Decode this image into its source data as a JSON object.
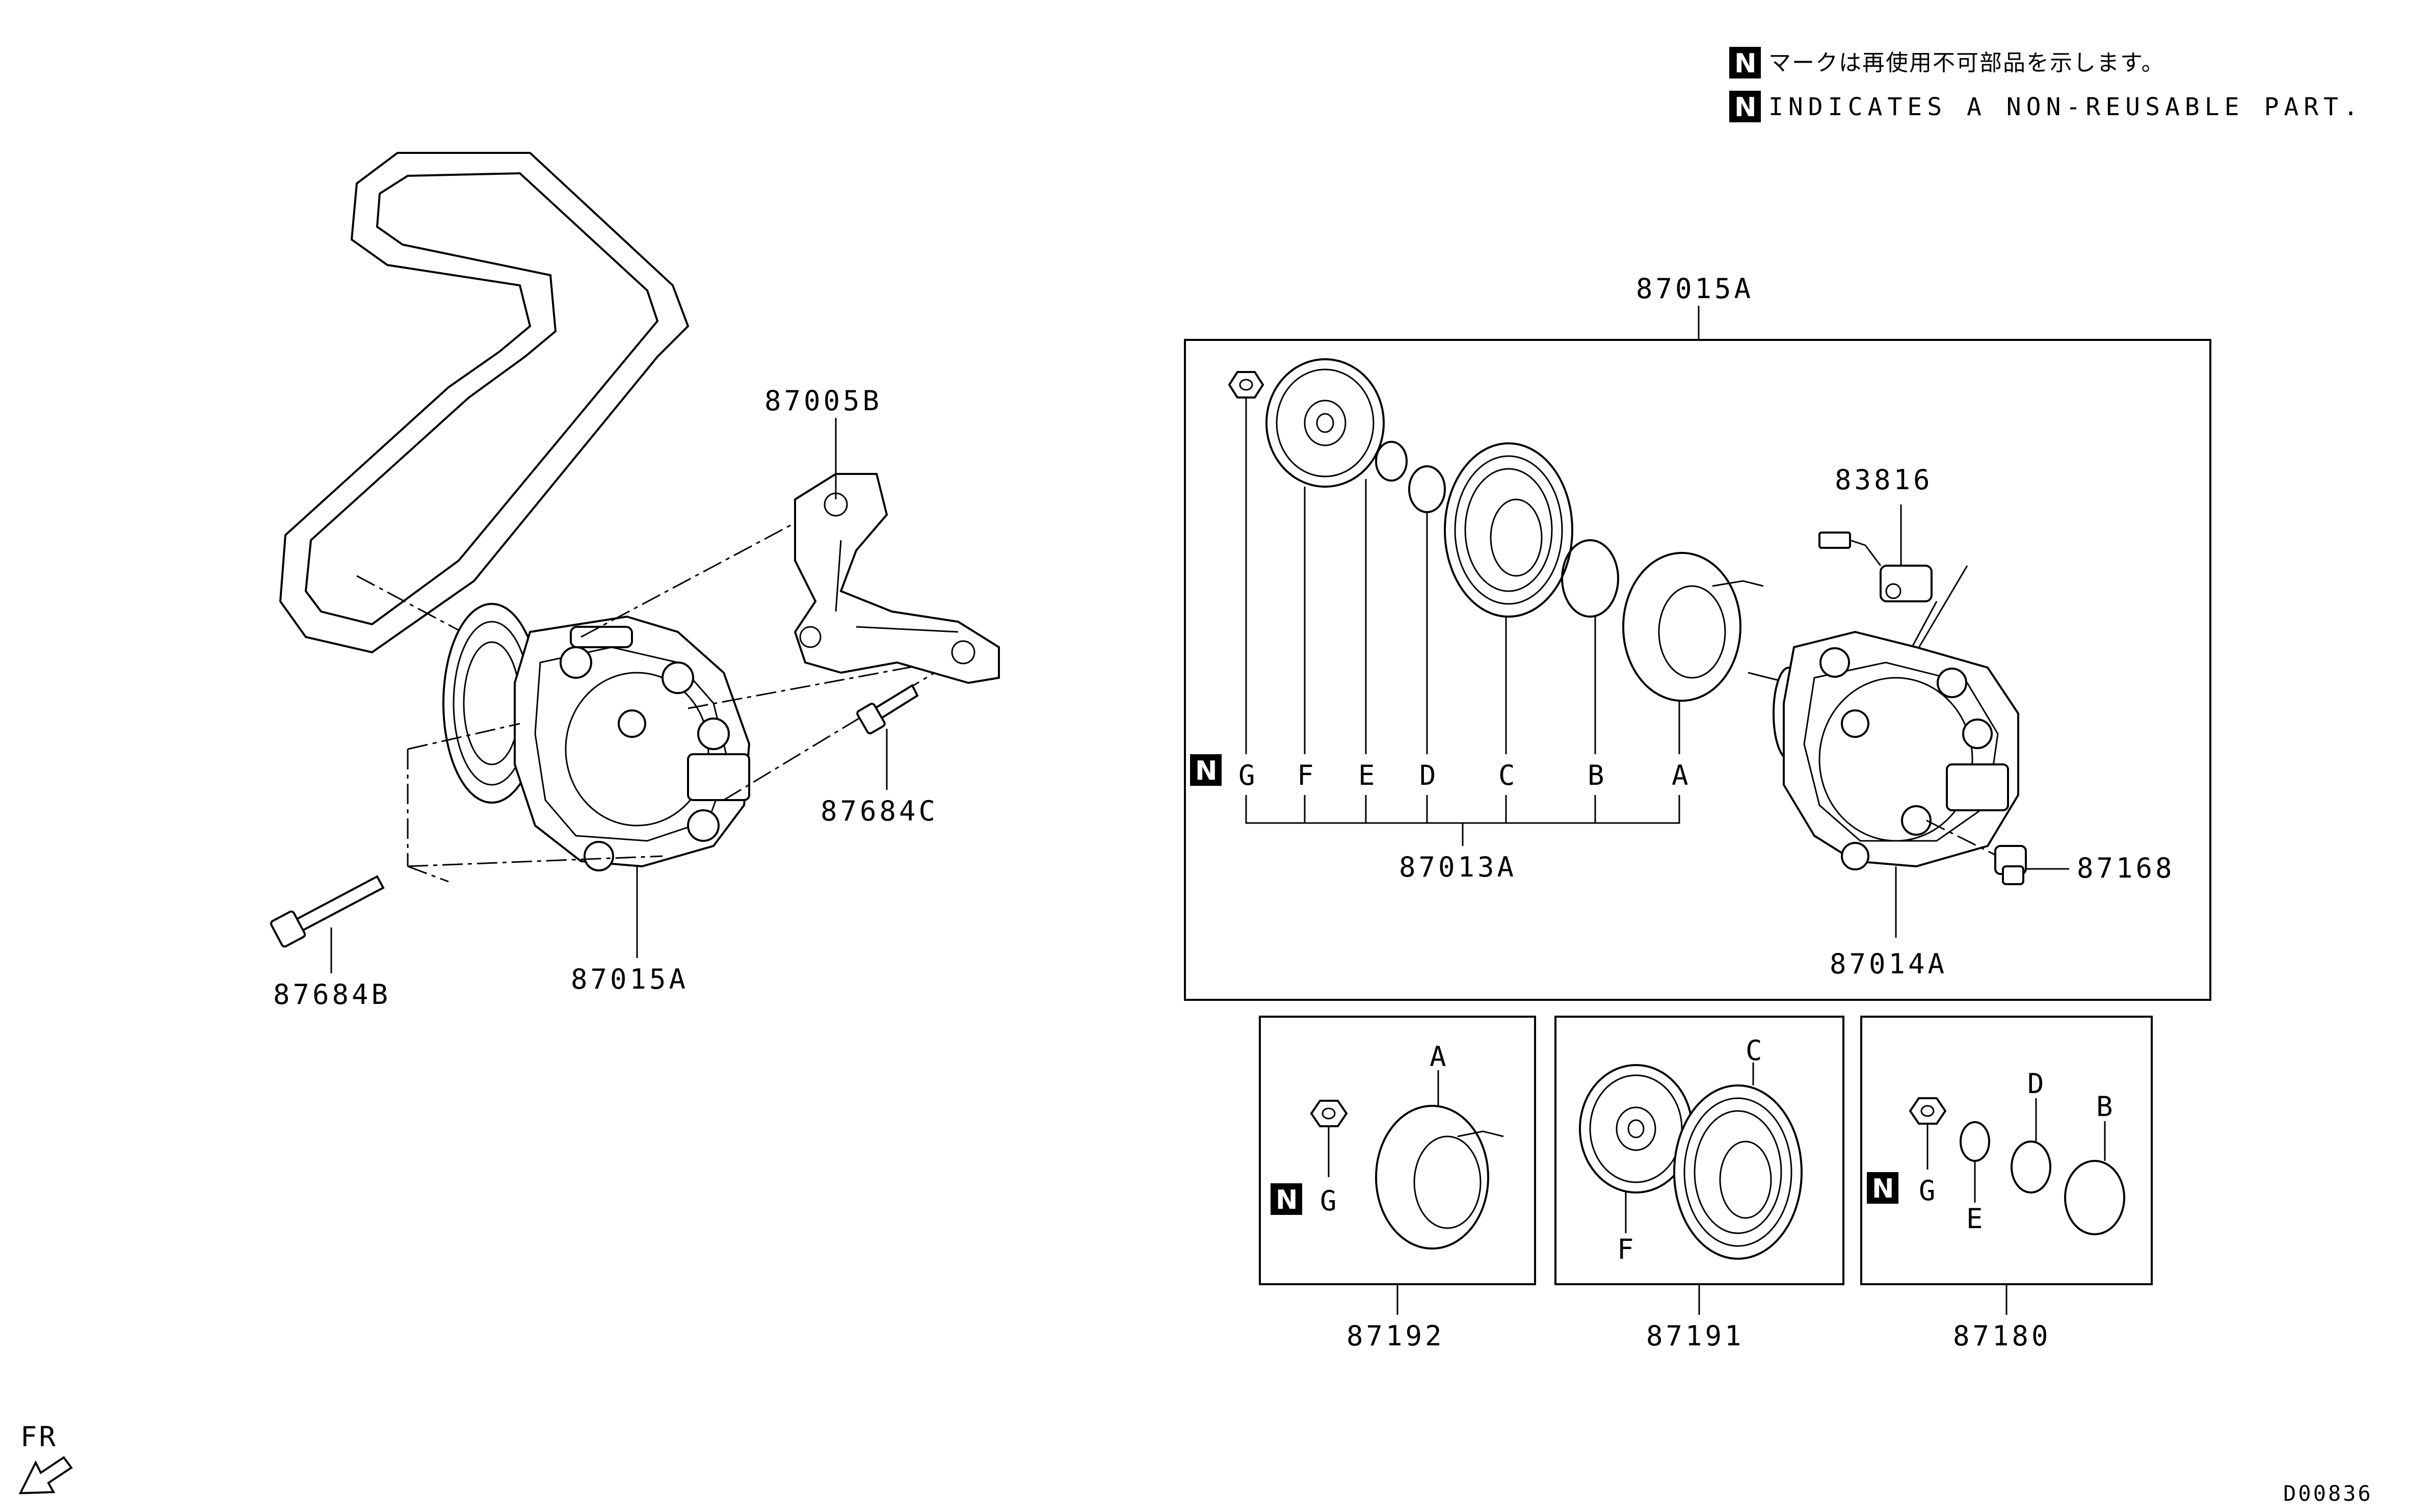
{
  "legend": {
    "mark": "N",
    "jp_text": "マークは再使用不可部品を示します。",
    "en_text": "INDICATES A NON-REUSABLE PART."
  },
  "assembly": {
    "belt": "",
    "bracket_label": "87005B",
    "bolt_c_label": "87684C",
    "bolt_b_label": "87684B",
    "compressor_label": "87015A"
  },
  "main_box": {
    "label": "87015A",
    "kit_label": "87013A",
    "kit_letters": [
      "G",
      "F",
      "E",
      "D",
      "C",
      "B",
      "A"
    ],
    "nonreusable_mark": "N",
    "sensor_label": "83816",
    "body_label": "87014A",
    "plug_label": "87168"
  },
  "sub_boxes": [
    {
      "label": "87192",
      "mark": "N",
      "letters": [
        "A",
        "G"
      ]
    },
    {
      "label": "87191",
      "mark": "",
      "letters": [
        "C",
        "F"
      ]
    },
    {
      "label": "87180",
      "mark": "N",
      "letters": [
        "D",
        "B",
        "G",
        "E"
      ]
    }
  ],
  "direction": {
    "label": "FR"
  },
  "drawing_id": "D00836",
  "colors": {
    "line": "#000000",
    "background": "#ffffff",
    "mark_fill": "#000000"
  }
}
